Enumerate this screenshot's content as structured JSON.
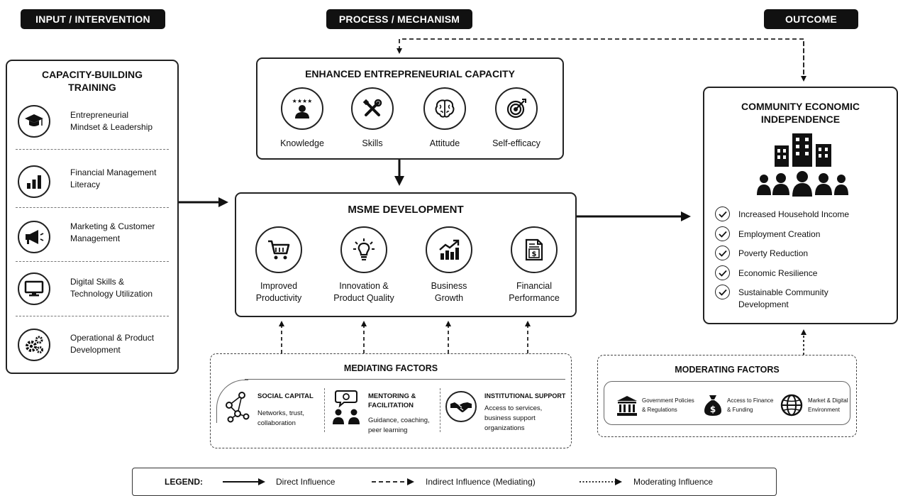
{
  "headers": {
    "input": "INPUT / INTERVENTION",
    "process": "PROCESS / MECHANISM",
    "outcome": "OUTCOME"
  },
  "training": {
    "title_line1": "CAPACITY-BUILDING",
    "title_line2": "TRAINING",
    "items": [
      {
        "icon": "graduation-cap-icon",
        "line1": "Entrepreneurial",
        "line2": "Mindset & Leadership"
      },
      {
        "icon": "bar-chart-icon",
        "line1": "Financial Management",
        "line2": "Literacy"
      },
      {
        "icon": "megaphone-icon",
        "line1": "Marketing & Customer",
        "line2": "Management"
      },
      {
        "icon": "monitor-icon",
        "line1": "Digital Skills &",
        "line2": "Technology Utilization"
      },
      {
        "icon": "gears-icon",
        "line1": "Operational & Product",
        "line2": "Development"
      }
    ]
  },
  "capacity": {
    "title": "ENHANCED ENTREPRENEURIAL CAPACITY",
    "items": [
      {
        "icon": "star-person-icon",
        "label": "Knowledge"
      },
      {
        "icon": "tools-icon",
        "label": "Skills"
      },
      {
        "icon": "brain-icon",
        "label": "Attitude"
      },
      {
        "icon": "target-icon",
        "label": "Self-efficacy"
      }
    ]
  },
  "msme": {
    "title": "MSME DEVELOPMENT",
    "items": [
      {
        "icon": "cart-icon",
        "line1": "Improved",
        "line2": "Productivity"
      },
      {
        "icon": "lightbulb-icon",
        "line1": "Innovation &",
        "line2": "Product Quality"
      },
      {
        "icon": "growth-chart-icon",
        "line1": "Business",
        "line2": "Growth"
      },
      {
        "icon": "invoice-icon",
        "line1": "Financial",
        "line2": "Performance"
      }
    ]
  },
  "community": {
    "title_line1": "COMMUNITY ECONOMIC",
    "title_line2": "INDEPENDENCE",
    "outcomes": [
      "Increased Household Income",
      "Employment Creation",
      "Poverty Reduction",
      "Economic Resilience",
      "Sustainable Community"
    ],
    "outcome_last_line2": "Development"
  },
  "mediating": {
    "title": "MEDIATING FACTORS",
    "social": {
      "title": "SOCIAL CAPITAL",
      "line1": "Networks, trust,",
      "line2": "collaboration"
    },
    "mentoring": {
      "title1": "MENTORING &",
      "title2": "FACILITATION",
      "line1": "Guidance, coaching,",
      "line2": "peer learning"
    },
    "institutional": {
      "title": "INSTITUTIONAL SUPPORT",
      "line1": "Access to services,",
      "line2": "business support",
      "line3": "organizations"
    }
  },
  "moderating": {
    "title": "MODERATING FACTORS",
    "items": [
      {
        "icon": "government-icon",
        "line1": "Government Policies",
        "line2": "& Regulations"
      },
      {
        "icon": "money-bag-icon",
        "line1": "Access to Finance",
        "line2": "& Funding"
      },
      {
        "icon": "globe-icon",
        "line1": "Market & Digital",
        "line2": "Environment"
      }
    ]
  },
  "legend": {
    "title": "LEGEND:",
    "direct": "Direct Influence",
    "indirect": "Indirect Influence (Mediating)",
    "moderating": "Moderating Influence"
  }
}
